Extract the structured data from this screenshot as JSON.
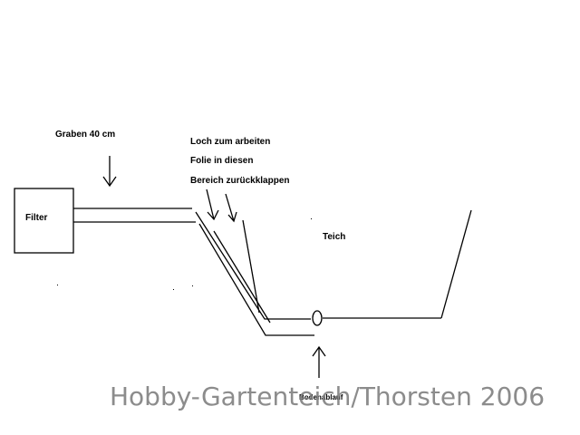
{
  "labels": {
    "filter": "Filter",
    "graben": "Graben 40 cm",
    "loch_line1": "Loch zum arbeiten",
    "loch_line2": "Folie in diesen",
    "loch_line3": "Bereich zurückklappen",
    "teich": "Teich",
    "bodenablauf": "Bodenablauf"
  },
  "watermark": "Hobby-Gartenteich/Thorsten 2006"
}
